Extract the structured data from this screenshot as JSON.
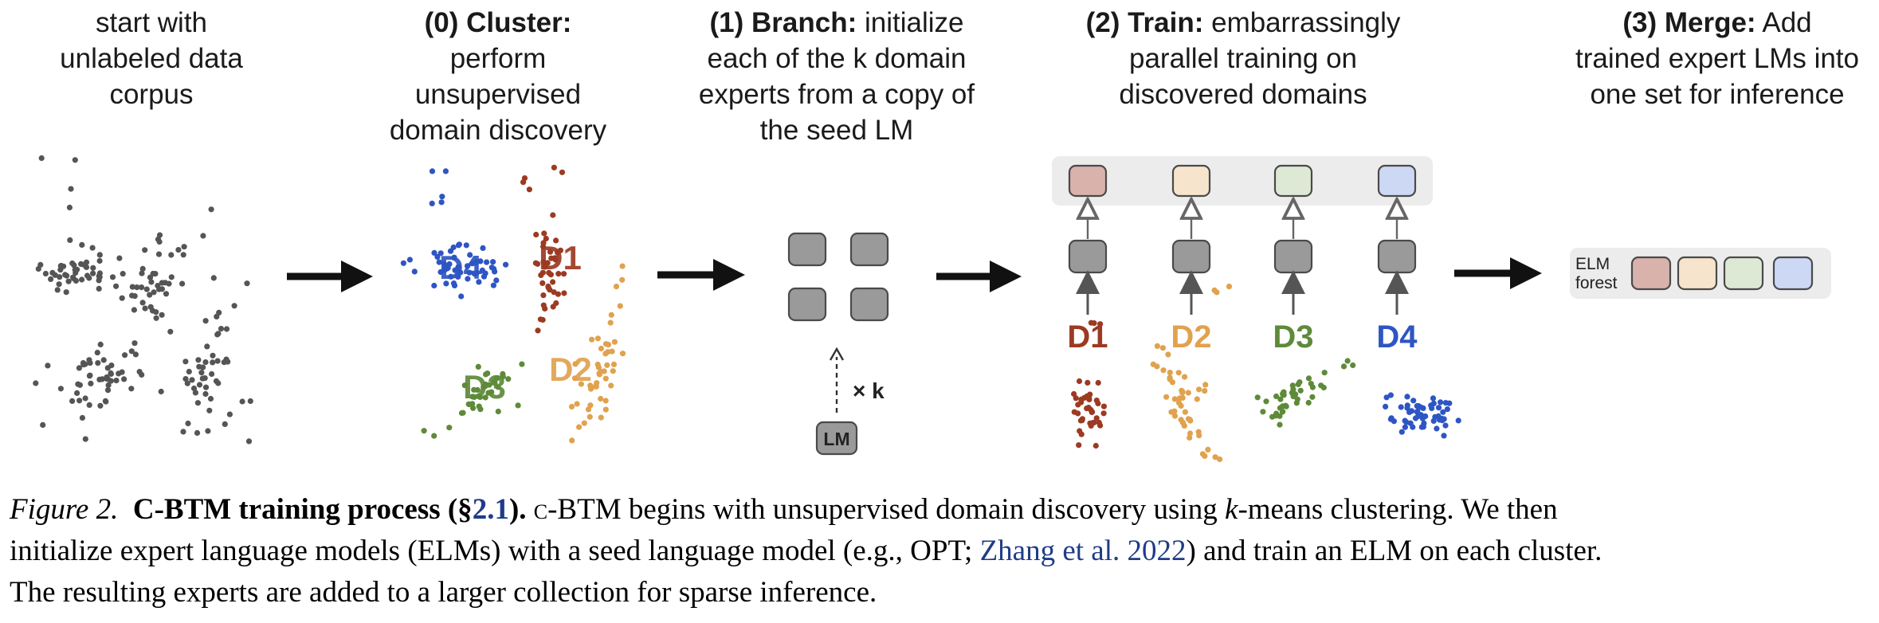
{
  "stages": [
    {
      "id": "start",
      "lines": [
        [
          "",
          "start with"
        ],
        [
          "",
          "unlabeled data"
        ],
        [
          "",
          "corpus"
        ]
      ]
    },
    {
      "id": "cluster",
      "lines": [
        [
          "(0) Cluster:",
          ""
        ],
        [
          "",
          "perform"
        ],
        [
          "",
          "unsupervised"
        ],
        [
          "",
          "domain discovery"
        ]
      ]
    },
    {
      "id": "branch",
      "lines": [
        [
          "(1) Branch:",
          " initialize"
        ],
        [
          "",
          "each of the k domain"
        ],
        [
          "",
          "experts from a copy of"
        ],
        [
          "",
          "the seed LM"
        ]
      ]
    },
    {
      "id": "train",
      "lines": [
        [
          "(2) Train:",
          " embarrassingly"
        ],
        [
          "",
          "parallel training on"
        ],
        [
          "",
          "discovered domains"
        ]
      ]
    },
    {
      "id": "merge",
      "lines": [
        [
          "(3) Merge:",
          " Add"
        ],
        [
          "",
          "trained expert LMs into"
        ],
        [
          "",
          "one set for inference"
        ]
      ]
    }
  ],
  "domains": [
    {
      "label": "D1",
      "color": "#9c3a22",
      "box_fill": "#d8b2ab"
    },
    {
      "label": "D2",
      "color": "#e0a24f",
      "box_fill": "#f6e4cc"
    },
    {
      "label": "D3",
      "color": "#5e8a3a",
      "box_fill": "#dde9d5"
    },
    {
      "label": "D4",
      "color": "#2e55c4",
      "box_fill": "#ccd8f4"
    }
  ],
  "colors": {
    "unlabeled_points": "#555555",
    "arrow": "#111111",
    "lm_box": "#9a9a9a",
    "panel_background": "#ececec"
  },
  "branch": {
    "lm_label": "LM",
    "times_k": "× k"
  },
  "merge": {
    "forest_label_line1": "ELM",
    "forest_label_line2": "forest"
  },
  "caption": {
    "label": "Figure 2.",
    "title_prefix": "C",
    "title_main": "-BTM training process (§",
    "title_ref": "2.1",
    "title_suffix": ").",
    "text_1_sc": "c",
    "text_1": "-BTM begins with unsupervised domain discovery using ",
    "text_k": "k",
    "text_2": "-means clustering. We then",
    "line2_a": "initialize expert language models (ELMs) with a seed language model (e.g., OPT; ",
    "line2_ref": "Zhang et al. 2022",
    "line2_b": ") and train an ELM on each cluster.",
    "line3": "The resulting experts are added to a larger collection for sparse inference."
  }
}
